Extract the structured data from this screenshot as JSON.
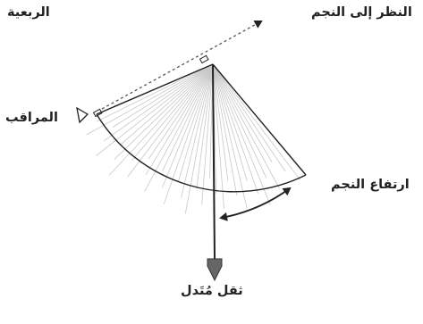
{
  "labels": {
    "quadrant": "الربعية",
    "line_of_sight": "النظر إلى النجم",
    "observer": "المراقب",
    "star_altitude": "ارتفاع النجم",
    "plumb_bob": "ثقل مُتَدل"
  },
  "colors": {
    "ink": "#222222",
    "fan_lines": "#c8c8c8",
    "sight_line": "#555555",
    "plumb_bob": "#666666"
  }
}
